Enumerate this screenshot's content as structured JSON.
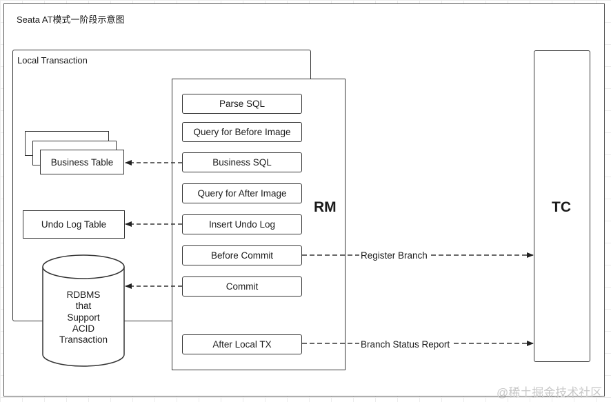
{
  "diagram": {
    "title": "Seata AT模式一阶段示意图",
    "local_transaction_label": "Local Transaction",
    "rm_label": "RM",
    "tc_label": "TC",
    "steps": [
      "Parse SQL",
      "Query for Before Image",
      "Business SQL",
      "Query for After Image",
      "Insert Undo Log",
      "Before Commit",
      "Commit",
      "After Local TX"
    ],
    "business_table_label": "Business Table",
    "undo_log_table_label": "Undo Log Table",
    "database_lines": [
      "RDBMS",
      "that",
      "Support",
      "ACID",
      "Transaction"
    ],
    "edge_labels": {
      "register_branch": "Register Branch",
      "branch_status_report": "Branch Status Report"
    }
  },
  "watermark": "@稀土掘金技术社区"
}
